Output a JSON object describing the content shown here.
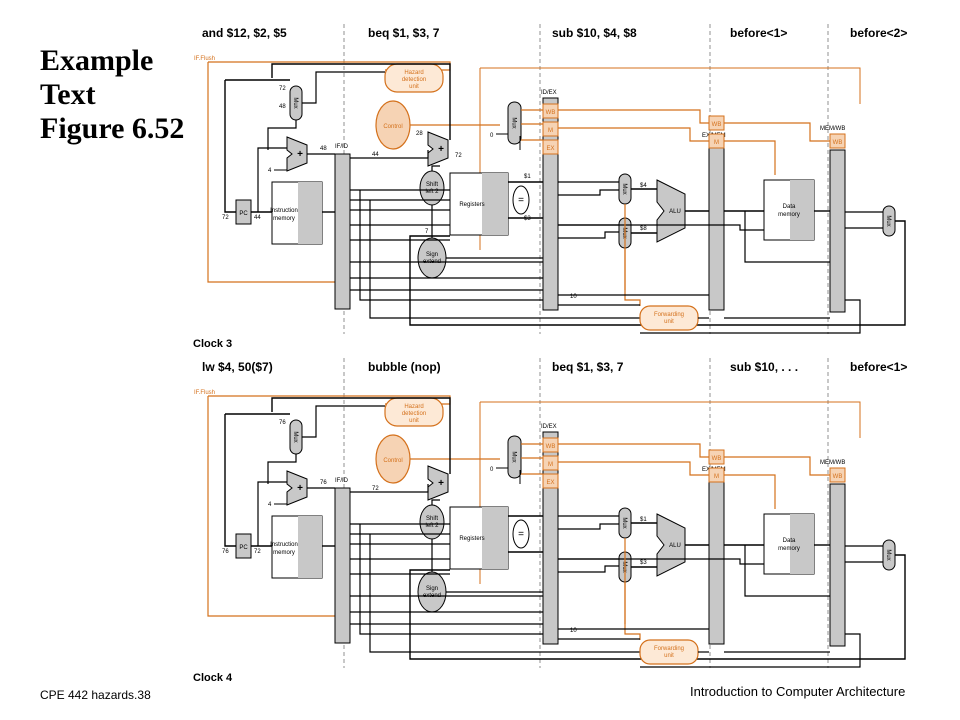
{
  "title": {
    "line1": "Example",
    "line2": "Text",
    "line3": "Figure 6.52"
  },
  "footer": {
    "left": "CPE 442  hazards.38",
    "right": "Introduction to Computer Architecture"
  },
  "top": {
    "stages": [
      "and $12, $2, $5",
      "beq  $1, $3, 7",
      "sub $10, $4, $8",
      "before<1>",
      "before<2>"
    ],
    "clock": "Clock 3",
    "values": {
      "pc": "72",
      "pc_plus": "44",
      "adder_in": "48",
      "ifid": "48",
      "ifid2": "44",
      "branch_a": "28",
      "branch_out": "72",
      "shift_in": "7",
      "reg_a": "$1",
      "reg_b": "$3",
      "alu_a": "$4",
      "alu_b": "$8",
      "rd": "10",
      "mux0": "0",
      "four": "4",
      "top_mux": "72",
      "top_mux2": "48"
    }
  },
  "bottom": {
    "stages": [
      "lw $4, 50($7)",
      "bubble (nop)",
      "beq  $1, $3, 7",
      "sub $10, . . .",
      "before<1>"
    ],
    "clock": "Clock 4",
    "values": {
      "pc": "76",
      "pc_plus": "72",
      "adder_in": "76",
      "ifid": "76",
      "ifid2": "72",
      "branch_a": "",
      "branch_out": "",
      "shift_in": "",
      "reg_a": "",
      "reg_b": "",
      "alu_a": "$1",
      "alu_b": "$3",
      "rd": "10",
      "mux0": "0",
      "four": "4",
      "top_mux": "76",
      "top_mux2": ""
    }
  },
  "labels": {
    "if_flush": "IF.Flush",
    "hazard": "Hazard detection unit",
    "control": "Control",
    "pc": "PC",
    "imem": "Instruction memory",
    "registers": "Registers",
    "shift": "Shift left 2",
    "sign": "Sign extend",
    "alu": "ALU",
    "dmem": "Data memory",
    "forwarding": "Forwarding unit",
    "ifid": "IF/ID",
    "idex": "ID/EX",
    "exmem": "EX/MEM",
    "memwb": "MEM/WB",
    "wb": "WB",
    "m": "M",
    "ex": "EX",
    "mux": "Mux",
    "eq": "="
  },
  "colors": {
    "orange": "#d4711c",
    "light_orange": "#f6d3b4",
    "gray": "#c8c8c8",
    "line": "#000000"
  }
}
